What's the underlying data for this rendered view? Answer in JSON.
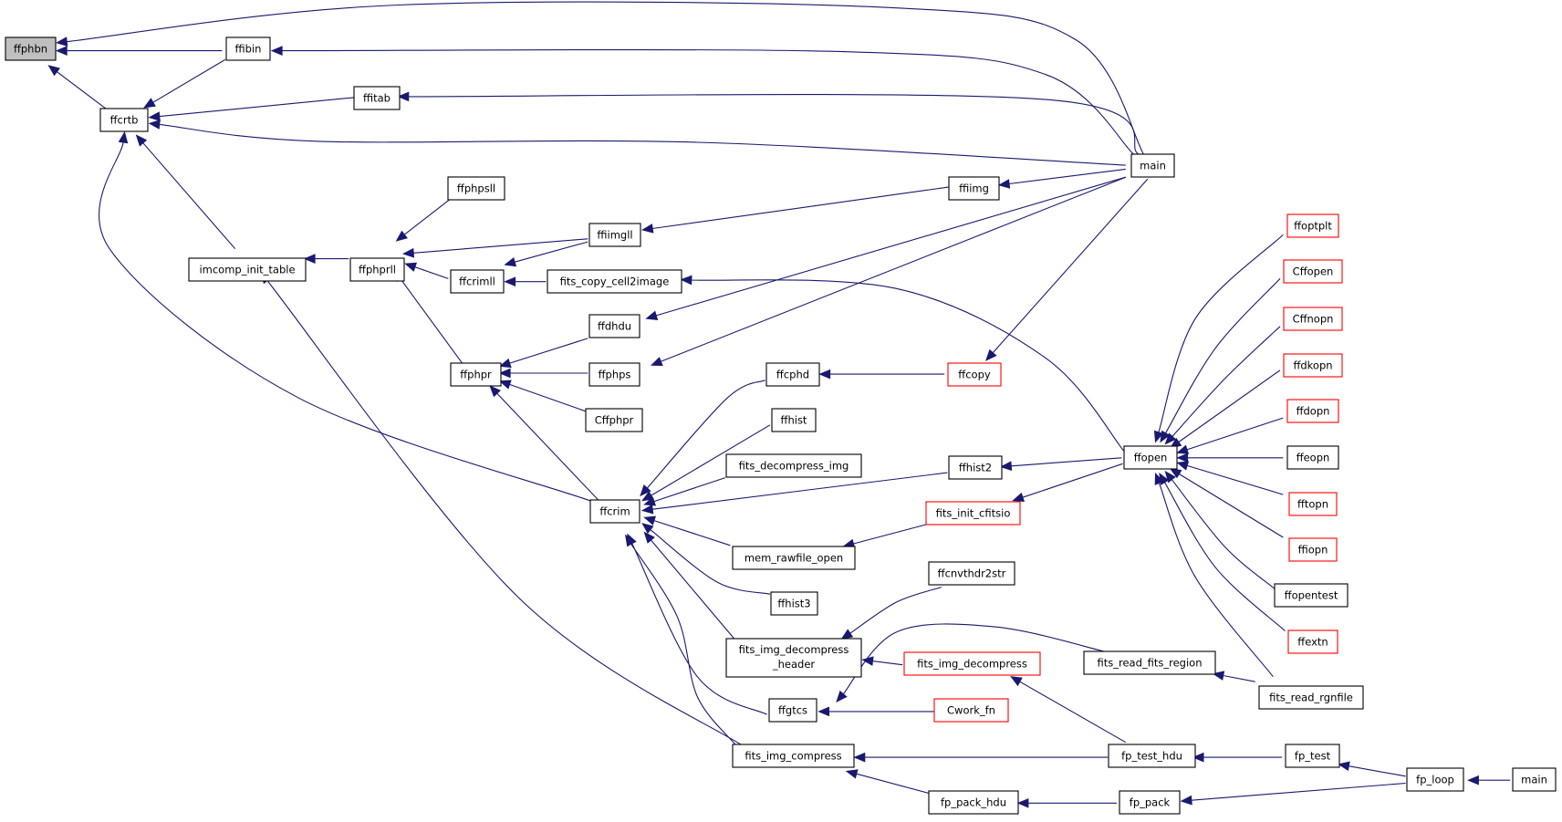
{
  "colors": {
    "edge": "#191970",
    "normal_border": "#000000",
    "truncated_border": "#ff0000",
    "root_fill": "#bfbfbf",
    "node_fill": "#ffffff"
  },
  "nodes": [
    {
      "id": "ffphbn",
      "label": "ffphbn",
      "style": "root"
    },
    {
      "id": "ffibin",
      "label": "ffibin",
      "style": "normal"
    },
    {
      "id": "ffcrtb",
      "label": "ffcrtb",
      "style": "normal"
    },
    {
      "id": "ffitab",
      "label": "ffitab",
      "style": "normal"
    },
    {
      "id": "main1",
      "label": "main",
      "style": "normal"
    },
    {
      "id": "ffphpsll",
      "label": "ffphpsll",
      "style": "normal"
    },
    {
      "id": "ffiimg",
      "label": "ffiimg",
      "style": "normal"
    },
    {
      "id": "ffoptplt",
      "label": "ffoptplt",
      "style": "truncated"
    },
    {
      "id": "ffiimgll",
      "label": "ffiimgll",
      "style": "normal"
    },
    {
      "id": "imcomp_init_table",
      "label": "imcomp_init_table",
      "style": "normal"
    },
    {
      "id": "ffphprll",
      "label": "ffphprll",
      "style": "normal"
    },
    {
      "id": "Cffopen",
      "label": "Cffopen",
      "style": "truncated"
    },
    {
      "id": "ffcrimll",
      "label": "ffcrimll",
      "style": "normal"
    },
    {
      "id": "fits_copy_cell2image",
      "label": "fits_copy_cell2image",
      "style": "normal"
    },
    {
      "id": "Cffnopn",
      "label": "Cffnopn",
      "style": "truncated"
    },
    {
      "id": "ffdhdu",
      "label": "ffdhdu",
      "style": "normal"
    },
    {
      "id": "ffdkopn",
      "label": "ffdkopn",
      "style": "truncated"
    },
    {
      "id": "ffphpr",
      "label": "ffphpr",
      "style": "normal"
    },
    {
      "id": "ffphps",
      "label": "ffphps",
      "style": "normal"
    },
    {
      "id": "ffcphd",
      "label": "ffcphd",
      "style": "normal"
    },
    {
      "id": "ffcopy",
      "label": "ffcopy",
      "style": "truncated"
    },
    {
      "id": "ffdopn",
      "label": "ffdopn",
      "style": "truncated"
    },
    {
      "id": "Cffphpr",
      "label": "Cffphpr",
      "style": "normal"
    },
    {
      "id": "ffhist",
      "label": "ffhist",
      "style": "normal"
    },
    {
      "id": "ffopen",
      "label": "ffopen",
      "style": "normal"
    },
    {
      "id": "ffeopn",
      "label": "ffeopn",
      "style": "normal"
    },
    {
      "id": "fits_decompress_img",
      "label": "fits_decompress_img",
      "style": "normal"
    },
    {
      "id": "ffhist2",
      "label": "ffhist2",
      "style": "normal"
    },
    {
      "id": "ffcrim",
      "label": "ffcrim",
      "style": "normal"
    },
    {
      "id": "fits_init_cfitsio",
      "label": "fits_init_cfitsio",
      "style": "truncated"
    },
    {
      "id": "fftopn",
      "label": "fftopn",
      "style": "truncated"
    },
    {
      "id": "mem_rawfile_open",
      "label": "mem_rawfile_open",
      "style": "normal"
    },
    {
      "id": "ffiopn",
      "label": "ffiopn",
      "style": "truncated"
    },
    {
      "id": "ffcnvthdr2str",
      "label": "ffcnvthdr2str",
      "style": "normal"
    },
    {
      "id": "ffhist3",
      "label": "ffhist3",
      "style": "normal"
    },
    {
      "id": "ffopentest",
      "label": "ffopentest",
      "style": "normal"
    },
    {
      "id": "ffextn",
      "label": "ffextn",
      "style": "truncated"
    },
    {
      "id": "fits_img_decompress_header",
      "label": "fits_img_decompress",
      "label2": "_header",
      "style": "normal"
    },
    {
      "id": "fits_img_decompress",
      "label": "fits_img_decompress",
      "style": "truncated"
    },
    {
      "id": "fits_read_fits_region",
      "label": "fits_read_fits_region",
      "style": "normal"
    },
    {
      "id": "fits_read_rgnfile",
      "label": "fits_read_rgnfile",
      "style": "normal"
    },
    {
      "id": "ffgtcs",
      "label": "ffgtcs",
      "style": "normal"
    },
    {
      "id": "Cwork_fn",
      "label": "Cwork_fn",
      "style": "truncated"
    },
    {
      "id": "fits_img_compress",
      "label": "fits_img_compress",
      "style": "normal"
    },
    {
      "id": "fp_test_hdu",
      "label": "fp_test_hdu",
      "style": "normal"
    },
    {
      "id": "fp_test",
      "label": "fp_test",
      "style": "normal"
    },
    {
      "id": "fp_loop",
      "label": "fp_loop",
      "style": "normal"
    },
    {
      "id": "main2",
      "label": "main",
      "style": "normal"
    },
    {
      "id": "fp_pack_hdu",
      "label": "fp_pack_hdu",
      "style": "normal"
    },
    {
      "id": "fp_pack",
      "label": "fp_pack",
      "style": "normal"
    }
  ],
  "edges": [
    {
      "from": "ffibin",
      "to": "ffphbn"
    },
    {
      "from": "main1",
      "to": "ffphbn"
    },
    {
      "from": "ffcrtb",
      "to": "ffphbn"
    },
    {
      "from": "main1",
      "to": "ffibin"
    },
    {
      "from": "ffcrtb",
      "to": "ffibin"
    },
    {
      "from": "ffitab",
      "to": "ffcrtb"
    },
    {
      "from": "main1",
      "to": "ffcrtb"
    },
    {
      "from": "imcomp_init_table",
      "to": "ffcrtb"
    },
    {
      "from": "ffcrim",
      "to": "ffcrtb"
    },
    {
      "from": "main1",
      "to": "ffitab"
    },
    {
      "from": "ffphprll",
      "to": "imcomp_init_table"
    },
    {
      "from": "fits_img_compress",
      "to": "imcomp_init_table"
    },
    {
      "from": "ffphpsll",
      "to": "ffphprll"
    },
    {
      "from": "ffiimgll",
      "to": "ffphprll"
    },
    {
      "from": "ffcrimll",
      "to": "ffphprll"
    },
    {
      "from": "ffphpr",
      "to": "ffphprll"
    },
    {
      "from": "ffiimg",
      "to": "ffiimgll"
    },
    {
      "from": "main1",
      "to": "ffiimg"
    },
    {
      "from": "ffiimgll",
      "to": "ffcrimll"
    },
    {
      "from": "fits_copy_cell2image",
      "to": "ffcrimll"
    },
    {
      "from": "ffopen",
      "to": "fits_copy_cell2image"
    },
    {
      "from": "ffdhdu",
      "to": "ffphpr"
    },
    {
      "from": "ffphps",
      "to": "ffphpr"
    },
    {
      "from": "Cffphpr",
      "to": "ffphpr"
    },
    {
      "from": "ffcrim",
      "to": "ffphpr"
    },
    {
      "from": "main1",
      "to": "ffdhdu"
    },
    {
      "from": "main1",
      "to": "ffphps"
    },
    {
      "from": "ffcopy",
      "to": "main1"
    },
    {
      "from": "ffcopy",
      "to": "ffcphd"
    },
    {
      "from": "ffcphd",
      "to": "ffcrim"
    },
    {
      "from": "ffhist",
      "to": "ffcrim"
    },
    {
      "from": "fits_decompress_img",
      "to": "ffcrim"
    },
    {
      "from": "ffhist2",
      "to": "ffcrim"
    },
    {
      "from": "mem_rawfile_open",
      "to": "ffcrim"
    },
    {
      "from": "ffhist3",
      "to": "ffcrim"
    },
    {
      "from": "fits_img_decompress_header",
      "to": "ffcrim"
    },
    {
      "from": "ffgtcs",
      "to": "ffcrim"
    },
    {
      "from": "fits_img_compress",
      "to": "ffcrim"
    },
    {
      "from": "ffopen",
      "to": "ffhist2"
    },
    {
      "from": "fits_init_cfitsio",
      "to": "mem_rawfile_open"
    },
    {
      "from": "ffopen",
      "to": "fits_init_cfitsio"
    },
    {
      "from": "ffoptplt",
      "to": "ffopen"
    },
    {
      "from": "Cffopen",
      "to": "ffopen"
    },
    {
      "from": "Cffnopn",
      "to": "ffopen"
    },
    {
      "from": "ffdkopn",
      "to": "ffopen"
    },
    {
      "from": "ffdopn",
      "to": "ffopen"
    },
    {
      "from": "ffeopn",
      "to": "ffopen"
    },
    {
      "from": "fftopn",
      "to": "ffopen"
    },
    {
      "from": "ffiopn",
      "to": "ffopen"
    },
    {
      "from": "ffopentest",
      "to": "ffopen"
    },
    {
      "from": "ffextn",
      "to": "ffopen"
    },
    {
      "from": "fits_read_rgnfile",
      "to": "ffopen"
    },
    {
      "from": "ffcnvthdr2str",
      "to": "fits_img_decompress_header"
    },
    {
      "from": "fits_img_decompress",
      "to": "fits_img_decompress_header"
    },
    {
      "from": "fits_read_fits_region",
      "to": "ffgtcs"
    },
    {
      "from": "Cwork_fn",
      "to": "ffgtcs"
    },
    {
      "from": "fits_read_rgnfile",
      "to": "fits_read_fits_region"
    },
    {
      "from": "fp_test_hdu",
      "to": "fits_img_decompress"
    },
    {
      "from": "fp_test_hdu",
      "to": "fits_img_compress"
    },
    {
      "from": "fp_pack_hdu",
      "to": "fits_img_compress"
    },
    {
      "from": "fp_test",
      "to": "fp_test_hdu"
    },
    {
      "from": "fp_loop",
      "to": "fp_test"
    },
    {
      "from": "main2",
      "to": "fp_loop"
    },
    {
      "from": "fp_pack",
      "to": "fp_pack_hdu"
    },
    {
      "from": "fp_loop",
      "to": "fp_pack"
    }
  ]
}
